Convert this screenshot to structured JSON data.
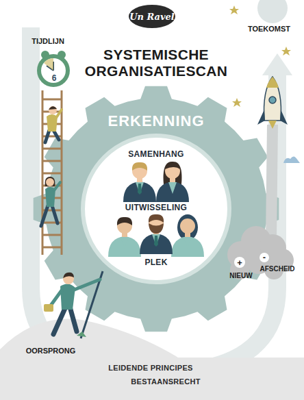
{
  "diagram": {
    "title": "SYSTEMISCHE ORGANISATIESCAN",
    "nodes": [
      {
        "text": [
          "ERKENNING"
        ]
      },
      {
        "text": [
          "SAMENHANG",
          "UITWISSELING",
          "PLEK"
        ],
        "in": 0
      },
      {
        "text": [
          "LEIDENDE PRINCIPES"
        ]
      },
      {
        "text": [
          "BESTAANSRECHT"
        ]
      }
    ],
    "labels": [
      "Un Ravel",
      "TIJDLIJN",
      "6",
      "TOEKOMST",
      "OORSPRONG",
      "+",
      "NIEUW",
      "-",
      "AFSCHEID"
    ]
  }
}
